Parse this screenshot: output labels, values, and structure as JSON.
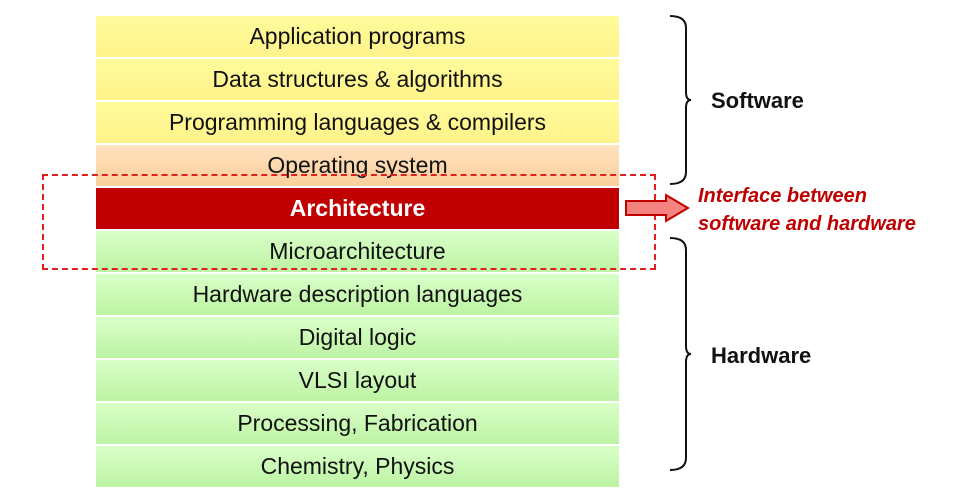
{
  "layers": [
    "Application programs",
    "Data structures & algorithms",
    "Programming languages & compilers",
    "Operating system",
    "Architecture",
    "Microarchitecture",
    "Hardware description languages",
    "Digital logic",
    "VLSI layout",
    "Processing, Fabrication",
    "Chemistry, Physics"
  ],
  "groups": {
    "software": "Software",
    "hardware": "Hardware"
  },
  "interface": {
    "line1": "Interface between",
    "line2": "software and hardware"
  },
  "colors": {
    "highlight": "#c00000",
    "software_fill": "#fff38a",
    "os_fill": "#fbcf9c",
    "hardware_fill": "#bdf3a3",
    "dashed_border": "#e02020"
  }
}
